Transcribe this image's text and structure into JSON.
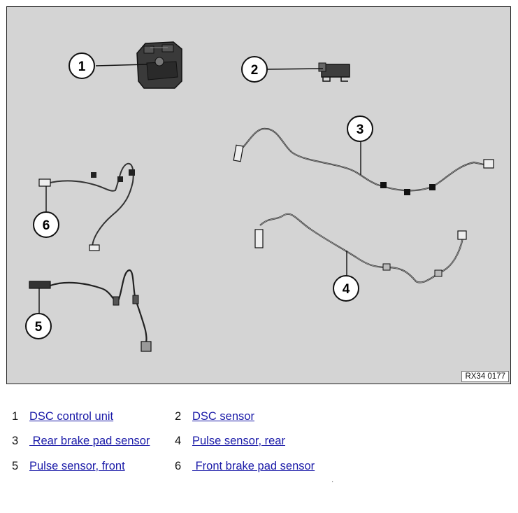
{
  "figure": {
    "code": "RX34 0177",
    "callouts": [
      "1",
      "2",
      "3",
      "4",
      "5",
      "6"
    ]
  },
  "legend": [
    {
      "num": "1",
      "label": "DSC control unit"
    },
    {
      "num": "2",
      "label": "DSC sensor"
    },
    {
      "num": "3",
      "label": " Rear brake pad sensor"
    },
    {
      "num": "4",
      "label": "Pulse sensor, rear"
    },
    {
      "num": "5",
      "label": "Pulse sensor, front"
    },
    {
      "num": "6",
      "label": " Front brake pad sensor"
    }
  ],
  "colors": {
    "figure_bg": "#d4d4d4",
    "link": "#1a1aa8"
  }
}
